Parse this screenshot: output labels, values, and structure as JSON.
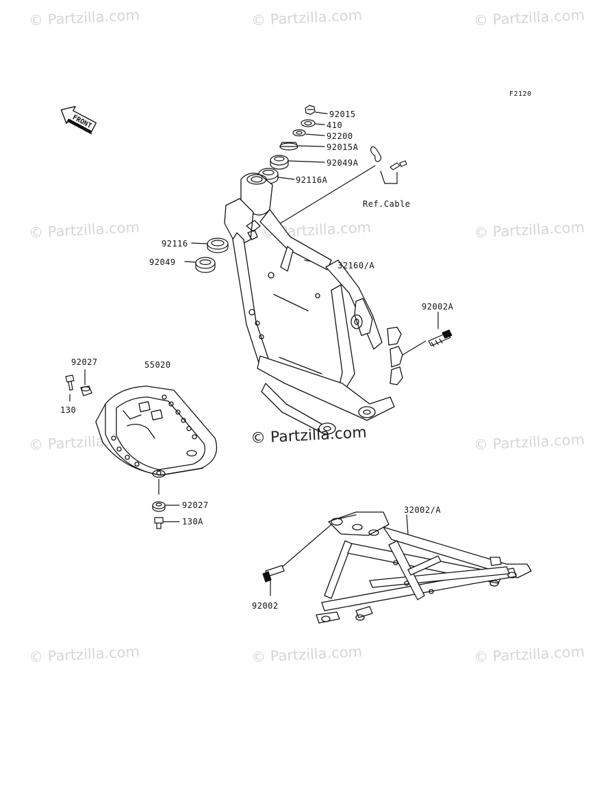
{
  "watermarks": [
    "© Partzilla.com",
    "© Partzilla.com",
    "© Partzilla.com",
    "© Partzilla.com",
    "© Partzilla.com",
    "© Partzilla.com",
    "© Partzilla.com",
    "© Partzilla.com",
    "© Partzilla.com",
    "© Partzilla.com"
  ],
  "center_watermark": "© Partzilla.com",
  "figure_code": "F2120",
  "front_label": "FRONT",
  "parts": {
    "p92015": "92015",
    "p410": "410",
    "p92200": "92200",
    "p92015a": "92015A",
    "p92049a": "92049A",
    "p92116a": "92116A",
    "ref_cable": "Ref.Cable",
    "p92116": "92116",
    "p92049": "92049",
    "p32160": "32160/A",
    "p92002a": "92002A",
    "p92027_top": "92027",
    "p55020": "55020",
    "p130": "130",
    "p92027_bottom": "92027",
    "p130a": "130A",
    "p32002": "32002/A",
    "p92002": "92002"
  }
}
